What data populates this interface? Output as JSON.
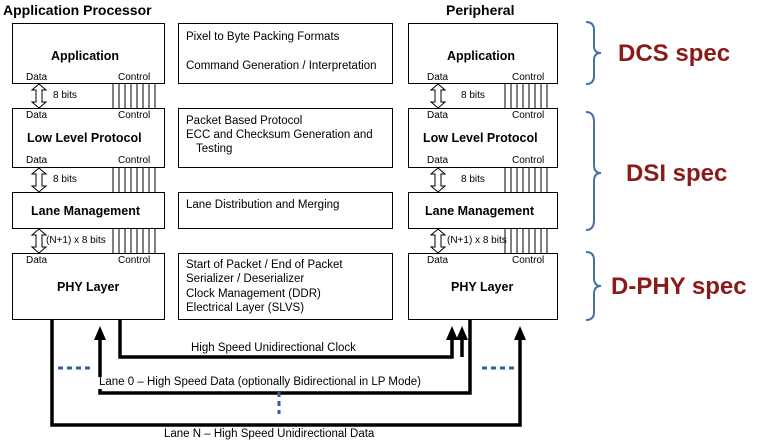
{
  "headers": {
    "left": "Application Processor",
    "right": "Peripheral"
  },
  "layers": {
    "application": "Application",
    "protocol": "Low Level Protocol",
    "lane": "Lane Management",
    "phy": "PHY Layer"
  },
  "ports": {
    "data": "Data",
    "control": "Control"
  },
  "widths": {
    "eight": "8 bits",
    "n_plus_one": "(N+1) x 8 bits"
  },
  "descriptions": {
    "application": [
      "Pixel to Byte Packing Formats",
      "Command Generation / Interpretation"
    ],
    "protocol": [
      "Packet Based Protocol",
      "ECC and Checksum Generation and",
      "Testing"
    ],
    "lane": [
      "Lane Distribution and Merging"
    ],
    "phy": [
      "Start of Packet / End of Packet",
      "Serializer / Deserializer",
      "Clock Management (DDR)",
      "Electrical Layer (SLVS)"
    ]
  },
  "specs": {
    "dcs": "DCS spec",
    "dsi": "DSI spec",
    "dphy": "D-PHY spec"
  },
  "links": {
    "clock": "High Speed Unidirectional Clock",
    "lane0": "Lane 0 – High Speed Data (optionally Bidirectional in LP Mode)",
    "laneN": "Lane N – High Speed Unidirectional Data"
  },
  "colors": {
    "spec_text": "#8b1a1a",
    "brace": "#4a6fa5",
    "dash": "#2f5fa0"
  }
}
